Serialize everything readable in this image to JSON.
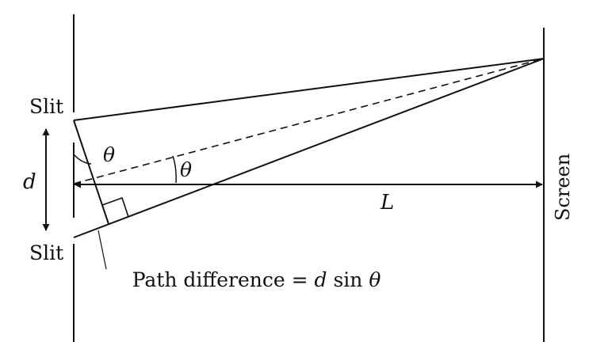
{
  "labels": {
    "slit_top": "Slit",
    "slit_bottom": "Slit",
    "separation": "d",
    "angle_at_slit": "θ",
    "angle_at_center": "θ",
    "distance": "L",
    "screen": "Screen",
    "path_difference_prefix": "Path difference = ",
    "path_difference_d": "d",
    "path_difference_sin": " sin ",
    "path_difference_theta": "θ"
  },
  "colors": {
    "line": "#111111",
    "background": "#ffffff"
  }
}
